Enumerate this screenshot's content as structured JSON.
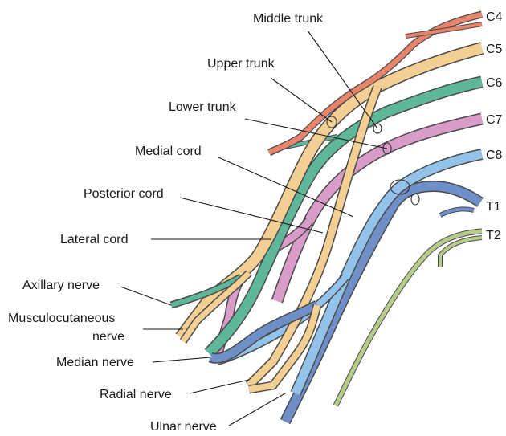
{
  "colors": {
    "c4": "#e8836c",
    "c5": "#f4cf94",
    "c6": "#5fb79a",
    "c7": "#d99bc8",
    "c8": "#93c3ea",
    "t1": "#6f8fc9",
    "t2": "#b6cc8a",
    "outline": "#4a4a4a"
  },
  "roots": {
    "c4": "C4",
    "c5": "C5",
    "c6": "C6",
    "c7": "C7",
    "c8": "C8",
    "t1": "T1",
    "t2": "T2"
  },
  "labels": {
    "middle_trunk": "Middle trunk",
    "upper_trunk": "Upper trunk",
    "lower_trunk": "Lower trunk",
    "medial_cord": "Medial cord",
    "posterior_cord": "Posterior cord",
    "lateral_cord": "Lateral cord",
    "axillary_nerve": "Axillary nerve",
    "musculocutaneous_line1": "Musculocutaneous",
    "musculocutaneous_line2": "nerve",
    "median_nerve": "Median nerve",
    "radial_nerve": "Radial nerve",
    "ulnar_nerve": "Ulnar nerve"
  }
}
